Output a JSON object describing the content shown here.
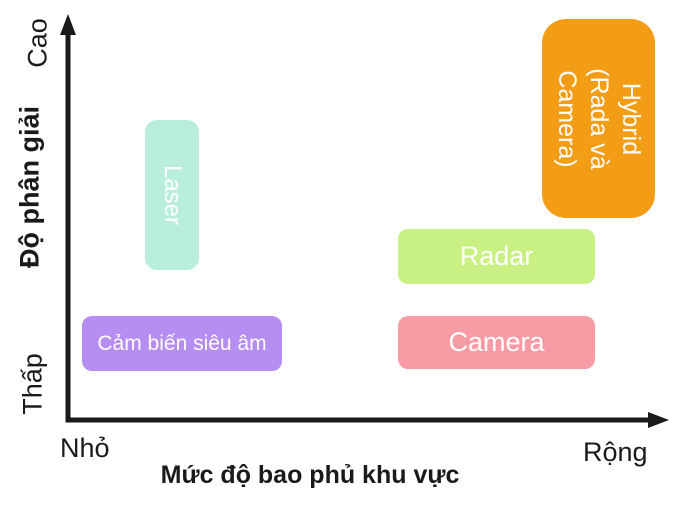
{
  "chart_data": {
    "type": "scatter",
    "title": "",
    "xlabel": "Mức độ bao phủ khu vực",
    "ylabel": "Độ phân giải",
    "x_axis": {
      "low_label": "Nhỏ",
      "high_label": "Rộng",
      "range_note": "qualitative axis, small to wide coverage"
    },
    "y_axis": {
      "low_label": "Thấp",
      "high_label": "Cao",
      "range_note": "qualitative axis, low to high resolution"
    },
    "axis_color": "#1a1a1a",
    "grid": false,
    "legend": "none",
    "items": [
      {
        "id": "laser",
        "label": "Laser",
        "color": "#b9eedb",
        "text_color": "#ffffff",
        "orientation": "vertical",
        "x_range": [
          0.13,
          0.22
        ],
        "y_range": [
          0.38,
          0.76
        ]
      },
      {
        "id": "ultrasonic",
        "label": "Cảm biến siêu âm",
        "color": "#b68df0",
        "text_color": "#ffffff",
        "orientation": "horizontal",
        "x_range": [
          0.02,
          0.36
        ],
        "y_range": [
          0.13,
          0.26
        ]
      },
      {
        "id": "radar",
        "label": "Radar",
        "color": "#c8f083",
        "text_color": "#ffffff",
        "orientation": "horizontal",
        "x_range": [
          0.56,
          0.89
        ],
        "y_range": [
          0.34,
          0.48
        ]
      },
      {
        "id": "camera",
        "label": "Camera",
        "color": "#f79ca5",
        "text_color": "#ffffff",
        "orientation": "horizontal",
        "x_range": [
          0.56,
          0.89
        ],
        "y_range": [
          0.13,
          0.26
        ]
      },
      {
        "id": "hybrid",
        "label": "Hybrid (Rada và Camera)",
        "lines": [
          "Hybrid",
          "(Rada và",
          "Camera)"
        ],
        "color": "#f29d15",
        "text_color": "#ffffff",
        "orientation": "vertical",
        "x_range": [
          0.8,
          1.0
        ],
        "y_range": [
          0.51,
          1.0
        ]
      }
    ]
  }
}
